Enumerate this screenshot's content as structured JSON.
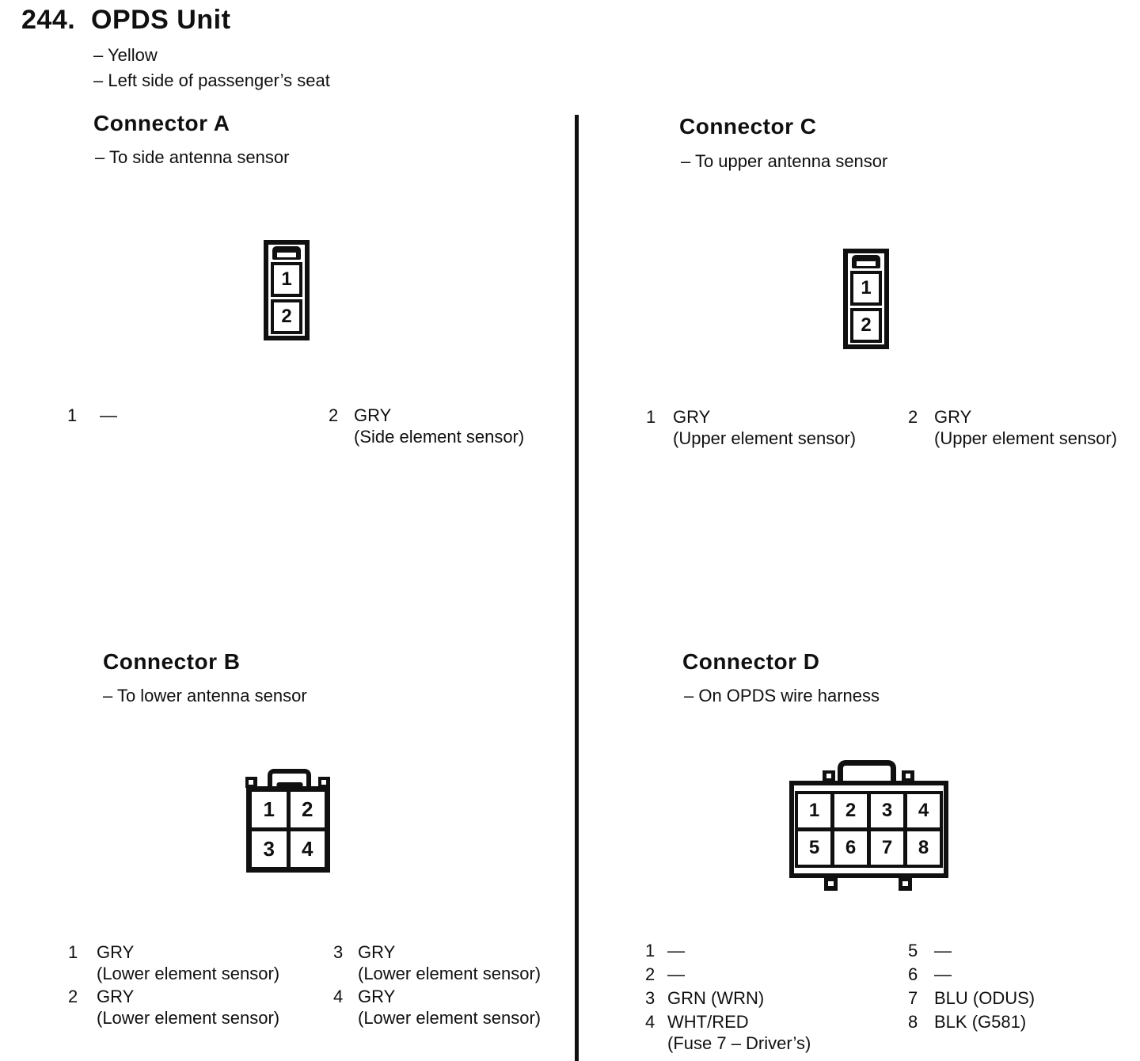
{
  "colors": {
    "ink": "#101010",
    "paper": "#ffffff"
  },
  "page": {
    "section_number": "244.",
    "section_title": "OPDS Unit",
    "unit_notes": [
      "– Yellow",
      "– Left side of passenger’s seat"
    ]
  },
  "connector_a": {
    "heading": "Connector A",
    "note": "– To side antenna sensor",
    "diagram_pins": [
      "1",
      "2"
    ],
    "pin_list": [
      {
        "pin": "1",
        "wire": "—",
        "desc": ""
      },
      {
        "pin": "2",
        "wire": "GRY",
        "desc": "(Side element sensor)"
      }
    ]
  },
  "connector_b": {
    "heading": "Connector B",
    "note": "– To lower antenna sensor",
    "diagram_pins": [
      "1",
      "2",
      "3",
      "4"
    ],
    "pin_list": [
      {
        "pin": "1",
        "wire": "GRY",
        "desc": "(Lower element sensor)"
      },
      {
        "pin": "2",
        "wire": "GRY",
        "desc": "(Lower element sensor)"
      },
      {
        "pin": "3",
        "wire": "GRY",
        "desc": "(Lower element sensor)"
      },
      {
        "pin": "4",
        "wire": "GRY",
        "desc": "(Lower element sensor)"
      }
    ]
  },
  "connector_c": {
    "heading": "Connector C",
    "note": "– To upper antenna sensor",
    "diagram_pins": [
      "1",
      "2"
    ],
    "pin_list": [
      {
        "pin": "1",
        "wire": "GRY",
        "desc": "(Upper element sensor)"
      },
      {
        "pin": "2",
        "wire": "GRY",
        "desc": "(Upper element sensor)"
      }
    ]
  },
  "connector_d": {
    "heading": "Connector D",
    "note": "– On OPDS wire harness",
    "diagram_pins": [
      "1",
      "2",
      "3",
      "4",
      "5",
      "6",
      "7",
      "8"
    ],
    "pin_list": [
      {
        "pin": "1",
        "wire": "—",
        "desc": ""
      },
      {
        "pin": "2",
        "wire": "—",
        "desc": ""
      },
      {
        "pin": "3",
        "wire": "GRN (WRN)",
        "desc": ""
      },
      {
        "pin": "4",
        "wire": "WHT/RED",
        "desc": "(Fuse 7 – Driver’s)"
      },
      {
        "pin": "5",
        "wire": "—",
        "desc": ""
      },
      {
        "pin": "6",
        "wire": "—",
        "desc": ""
      },
      {
        "pin": "7",
        "wire": "BLU (ODUS)",
        "desc": ""
      },
      {
        "pin": "8",
        "wire": "BLK (G581)",
        "desc": ""
      }
    ]
  }
}
